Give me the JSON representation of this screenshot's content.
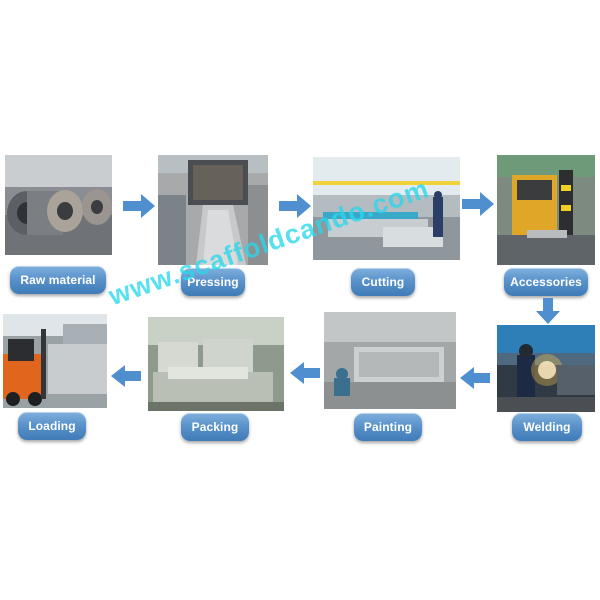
{
  "steps": [
    {
      "label": "Raw material",
      "photo": "raw-material-photo"
    },
    {
      "label": "Pressing",
      "photo": "pressing-photo"
    },
    {
      "label": "Cutting",
      "photo": "cutting-photo"
    },
    {
      "label": "Accessories",
      "photo": "accessories-photo"
    },
    {
      "label": "Welding",
      "photo": "welding-photo"
    },
    {
      "label": "Painting",
      "photo": "painting-photo"
    },
    {
      "label": "Packing",
      "photo": "packing-photo"
    },
    {
      "label": "Loading",
      "photo": "loading-photo"
    }
  ],
  "watermark": "www.scaffoldcando.com",
  "colors": {
    "label_blue": "#4f88c4",
    "arrow_blue": "#4f8fcf",
    "watermark_cyan": "#28d7eb"
  }
}
